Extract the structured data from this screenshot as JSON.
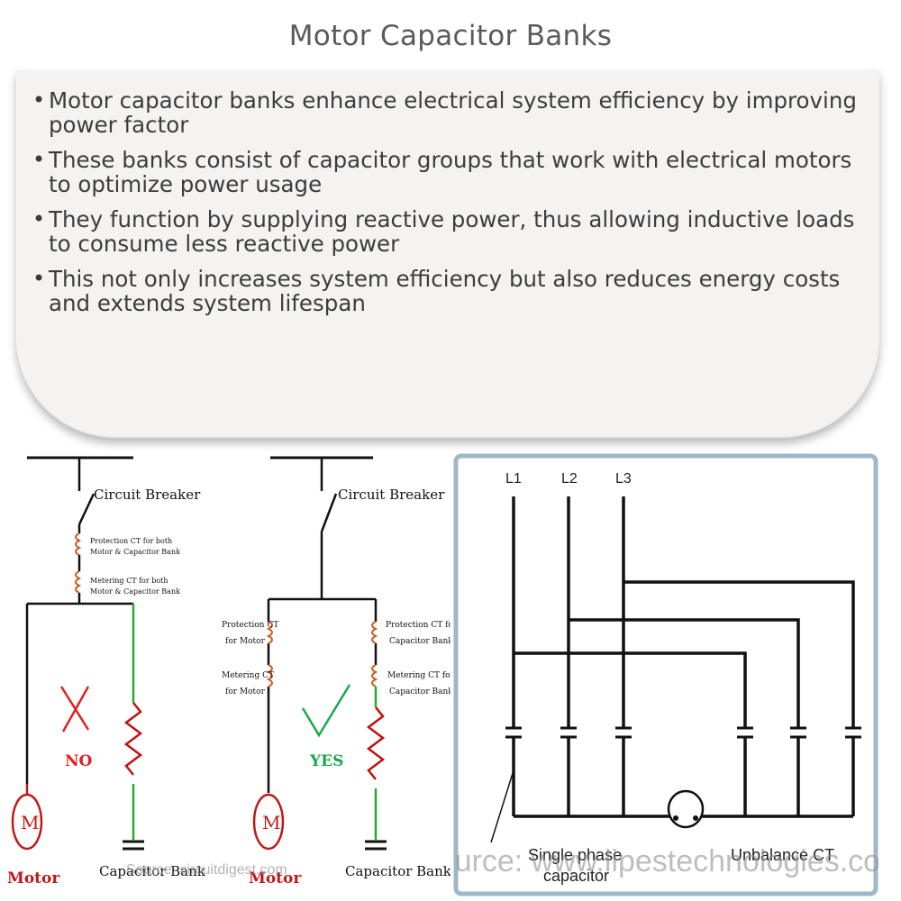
{
  "title": "Motor Capacitor Banks",
  "bullets": [
    "Motor capacitor banks enhance electrical system efficiency by improving power factor",
    "These banks consist of capacitor groups that work with electrical motors to optimize power usage",
    "They function by supplying reactive power, thus allowing inductive loads to consume less reactive power",
    "This not only increases system efficiency but also reduces energy costs and extends system lifespan"
  ],
  "left_diagram": {
    "circuit_breaker_label": "Circuit Breaker",
    "protection_ct_both": [
      "Protection CT for both",
      "Motor & Capacitor Bank"
    ],
    "metering_ct_both": [
      "Metering CT for both",
      "Motor & Capacitor Bank"
    ],
    "verdict": "NO",
    "motor_symbol": "M",
    "motor_label": "Motor",
    "capacitor_bank_label": "Capacitor Bank",
    "source_watermark": "Source: circuitdigest.com"
  },
  "middle_diagram": {
    "circuit_breaker_label": "Circuit Breaker",
    "protection_ct_motor": [
      "Protection CT",
      "for Motor"
    ],
    "metering_ct_motor": [
      "Metering CT",
      "for Motor"
    ],
    "protection_ct_cap": [
      "Protection CT for",
      "Capacitor Bank"
    ],
    "metering_ct_cap": [
      "Metering CT for",
      "Capacitor Bank"
    ],
    "verdict": "YES",
    "motor_symbol": "M",
    "motor_label": "Motor",
    "capacitor_bank_label": "Capacitor Bank"
  },
  "right_diagram": {
    "phases": [
      "L1",
      "L2",
      "L3"
    ],
    "single_phase_label": [
      "Single phase",
      "capacitor"
    ],
    "unbalance_ct_label": "Unbalance CT",
    "source_watermark": "Source: www.lipestechnologies.co"
  },
  "colors": {
    "wire_black": "#111111",
    "coil_orange": "#c85a1a",
    "cross_red": "#e02020",
    "check_green": "#1aa84a",
    "wire_green": "#2aa82a",
    "resistor_red": "#c01010",
    "motor_red": "#c01818",
    "right_border": "#9fb7c9"
  }
}
